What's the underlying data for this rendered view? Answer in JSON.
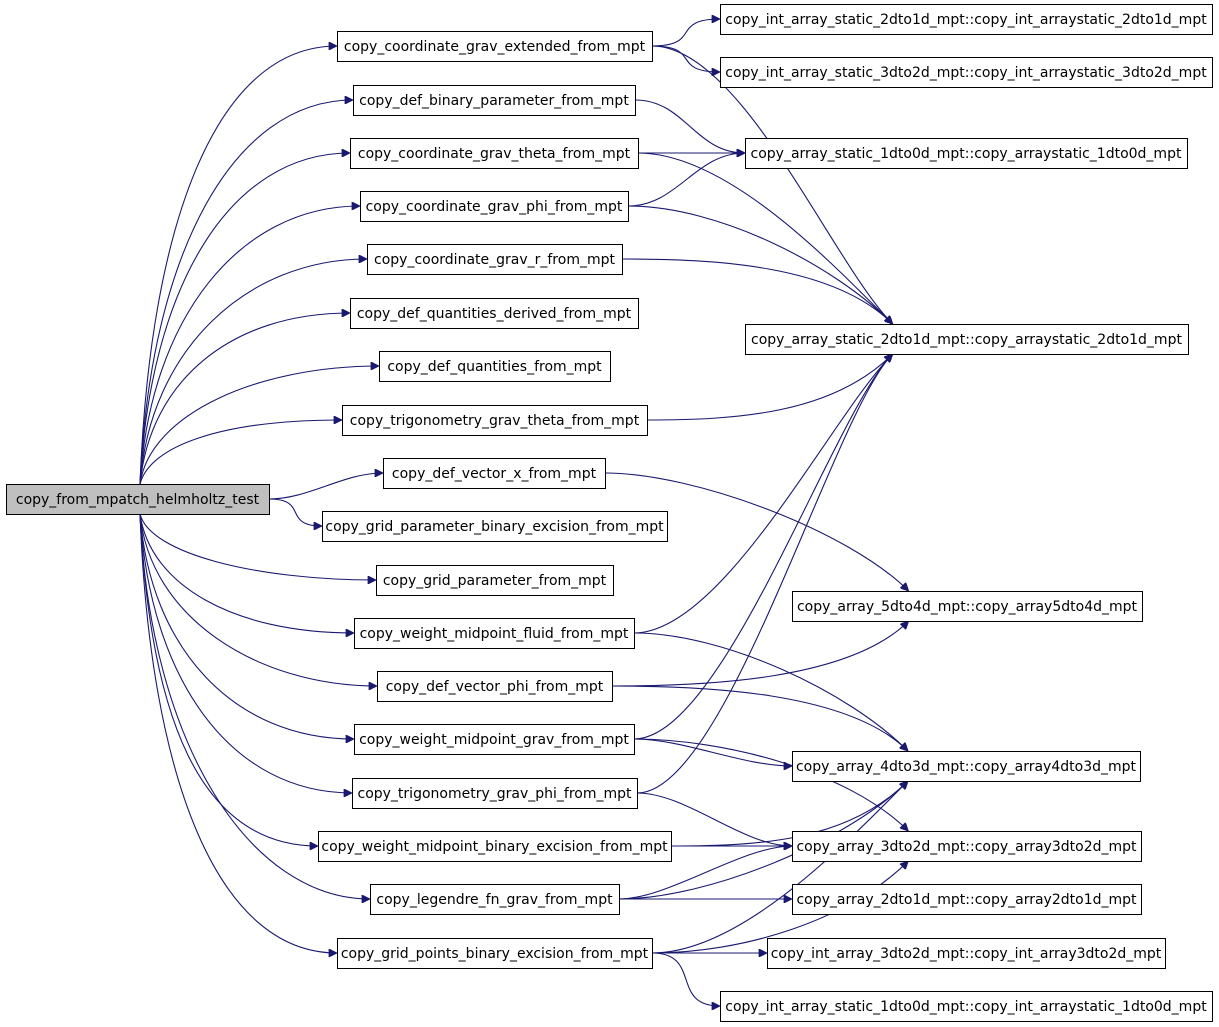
{
  "graph": {
    "root": "copy_from_mpatch_helmholtz_test",
    "edge_color": "#191970",
    "root_fill": "#bfbfbf",
    "nodes": [
      {
        "id": "root",
        "label": "copy_from_mpatch_helmholtz_test"
      },
      {
        "id": "n1",
        "label": "copy_coordinate_grav_extended_from_mpt"
      },
      {
        "id": "n2",
        "label": "copy_def_binary_parameter_from_mpt"
      },
      {
        "id": "n3",
        "label": "copy_coordinate_grav_theta_from_mpt"
      },
      {
        "id": "n4",
        "label": "copy_coordinate_grav_phi_from_mpt"
      },
      {
        "id": "n5",
        "label": "copy_coordinate_grav_r_from_mpt"
      },
      {
        "id": "n6",
        "label": "copy_def_quantities_derived_from_mpt"
      },
      {
        "id": "n7",
        "label": "copy_def_quantities_from_mpt"
      },
      {
        "id": "n8",
        "label": "copy_trigonometry_grav_theta_from_mpt"
      },
      {
        "id": "n9",
        "label": "copy_def_vector_x_from_mpt"
      },
      {
        "id": "n10",
        "label": "copy_grid_parameter_binary_excision_from_mpt"
      },
      {
        "id": "n11",
        "label": "copy_grid_parameter_from_mpt"
      },
      {
        "id": "n12",
        "label": "copy_weight_midpoint_fluid_from_mpt"
      },
      {
        "id": "n13",
        "label": "copy_def_vector_phi_from_mpt"
      },
      {
        "id": "n14",
        "label": "copy_weight_midpoint_grav_from_mpt"
      },
      {
        "id": "n15",
        "label": "copy_trigonometry_grav_phi_from_mpt"
      },
      {
        "id": "n16",
        "label": "copy_weight_midpoint_binary_excision_from_mpt"
      },
      {
        "id": "n17",
        "label": "copy_legendre_fn_grav_from_mpt"
      },
      {
        "id": "n18",
        "label": "copy_grid_points_binary_excision_from_mpt"
      },
      {
        "id": "r1",
        "label": "copy_int_array_static_2dto1d_mpt::copy_int_arraystatic_2dto1d_mpt"
      },
      {
        "id": "r2",
        "label": "copy_int_array_static_3dto2d_mpt::copy_int_arraystatic_3dto2d_mpt"
      },
      {
        "id": "r3",
        "label": "copy_array_static_1dto0d_mpt::copy_arraystatic_1dto0d_mpt"
      },
      {
        "id": "r4",
        "label": "copy_array_static_2dto1d_mpt::copy_arraystatic_2dto1d_mpt"
      },
      {
        "id": "r5",
        "label": "copy_array_5dto4d_mpt::copy_array5dto4d_mpt"
      },
      {
        "id": "r6",
        "label": "copy_array_4dto3d_mpt::copy_array4dto3d_mpt"
      },
      {
        "id": "r7",
        "label": "copy_array_3dto2d_mpt::copy_array3dto2d_mpt"
      },
      {
        "id": "r8",
        "label": "copy_array_2dto1d_mpt::copy_array2dto1d_mpt"
      },
      {
        "id": "r9",
        "label": "copy_int_array_3dto2d_mpt::copy_int_array3dto2d_mpt"
      },
      {
        "id": "r10",
        "label": "copy_int_array_static_1dto0d_mpt::copy_int_arraystatic_1dto0d_mpt"
      }
    ],
    "edges": [
      [
        "root",
        "n1"
      ],
      [
        "root",
        "n2"
      ],
      [
        "root",
        "n3"
      ],
      [
        "root",
        "n4"
      ],
      [
        "root",
        "n5"
      ],
      [
        "root",
        "n6"
      ],
      [
        "root",
        "n7"
      ],
      [
        "root",
        "n8"
      ],
      [
        "root",
        "n9"
      ],
      [
        "root",
        "n10"
      ],
      [
        "root",
        "n11"
      ],
      [
        "root",
        "n12"
      ],
      [
        "root",
        "n13"
      ],
      [
        "root",
        "n14"
      ],
      [
        "root",
        "n15"
      ],
      [
        "root",
        "n16"
      ],
      [
        "root",
        "n17"
      ],
      [
        "root",
        "n18"
      ],
      [
        "n1",
        "r1"
      ],
      [
        "n1",
        "r2"
      ],
      [
        "n1",
        "r4"
      ],
      [
        "n2",
        "r3"
      ],
      [
        "n3",
        "r3"
      ],
      [
        "n3",
        "r4"
      ],
      [
        "n4",
        "r3"
      ],
      [
        "n4",
        "r4"
      ],
      [
        "n5",
        "r4"
      ],
      [
        "n8",
        "r4"
      ],
      [
        "n9",
        "r5"
      ],
      [
        "n12",
        "r4"
      ],
      [
        "n12",
        "r6"
      ],
      [
        "n13",
        "r5"
      ],
      [
        "n13",
        "r6"
      ],
      [
        "n14",
        "r4"
      ],
      [
        "n14",
        "r6"
      ],
      [
        "n14",
        "r7"
      ],
      [
        "n15",
        "r4"
      ],
      [
        "n15",
        "r7"
      ],
      [
        "n16",
        "r6"
      ],
      [
        "n16",
        "r7"
      ],
      [
        "n17",
        "r6"
      ],
      [
        "n17",
        "r7"
      ],
      [
        "n17",
        "r8"
      ],
      [
        "n18",
        "r6"
      ],
      [
        "n18",
        "r7"
      ],
      [
        "n18",
        "r9"
      ],
      [
        "n18",
        "r10"
      ]
    ]
  }
}
